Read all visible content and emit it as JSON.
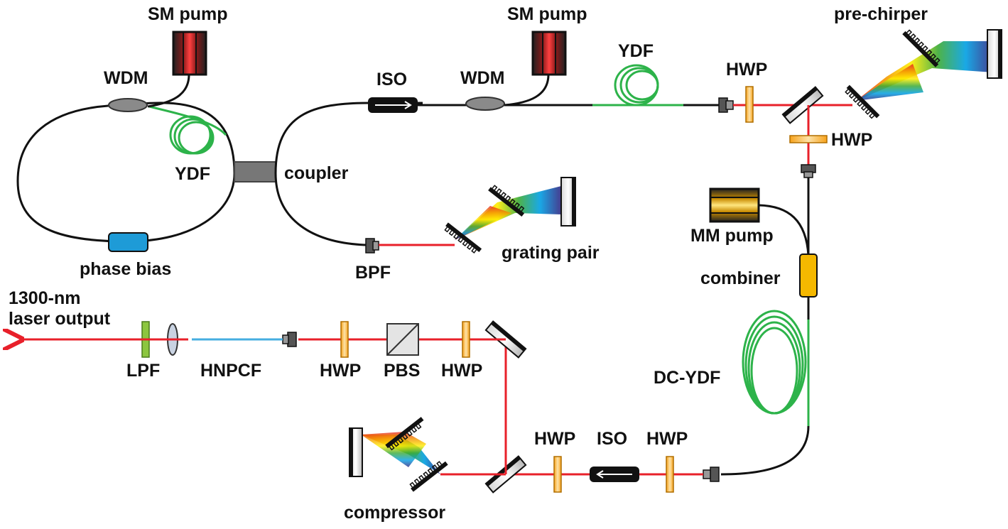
{
  "labels": {
    "sm_pump_1": "SM pump",
    "sm_pump_2": "SM pump",
    "wdm_1": "WDM",
    "wdm_2": "WDM",
    "ydf_1": "YDF",
    "ydf_2": "YDF",
    "iso_1": "ISO",
    "iso_2": "ISO",
    "coupler": "coupler",
    "phase_bias": "phase bias",
    "bpf": "BPF",
    "grating_pair": "grating pair",
    "hwp_1": "HWP",
    "hwp_2": "HWP",
    "hwp_3": "HWP",
    "hwp_4": "HWP",
    "hwp_5": "HWP",
    "hwp_6": "HWP",
    "pre_chirper": "pre-chirper",
    "mm_pump": "MM pump",
    "combiner": "combiner",
    "dc_ydf": "DC-YDF",
    "compressor": "compressor",
    "pbs": "PBS",
    "hnpcf": "HNPCF",
    "lpf": "LPF",
    "output_line1": "1300-nm",
    "output_line2": "laser output"
  },
  "colors": {
    "fiber": "#111111",
    "gain_fiber": "#2db34a",
    "beam": "#e8202a",
    "pcf": "#46aee0",
    "phase_bias": "#1e9bd7",
    "waveplate": "#f5a623",
    "combiner": "#f5b800",
    "lpf": "#8cc63f"
  }
}
